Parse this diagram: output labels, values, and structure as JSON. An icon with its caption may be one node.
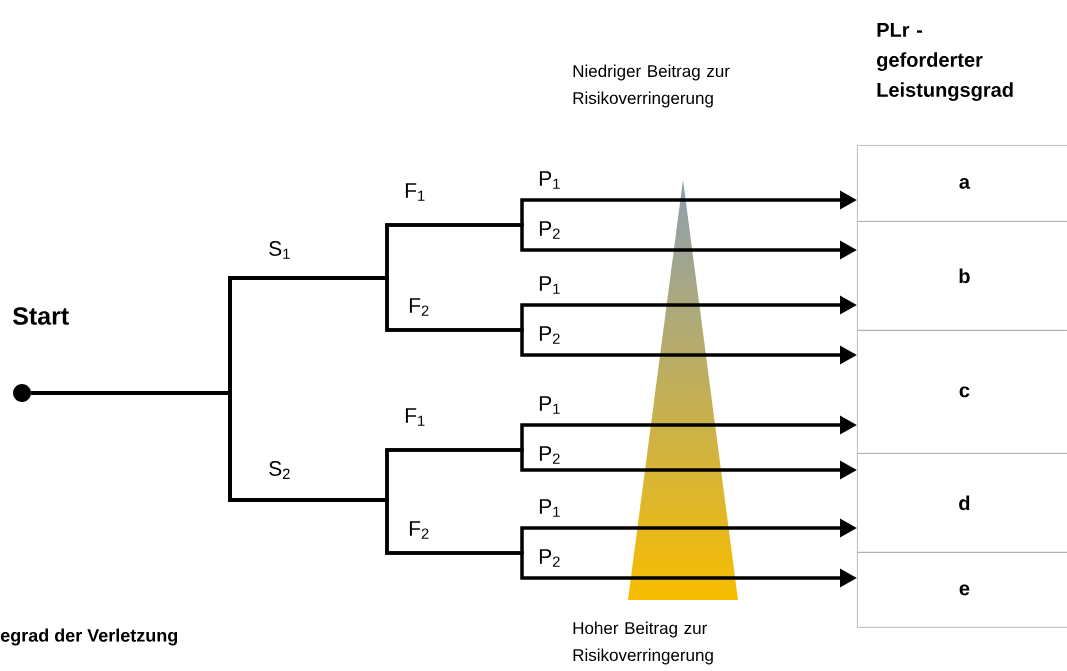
{
  "diagram": {
    "nodes": [
      {
        "text": [],
        "shape": "circle",
        "beside": [
          "Start"
        ]
      },
      {
        "text": [
          "a"
        ]
      },
      {
        "text": [
          "b"
        ]
      },
      {
        "text": [
          "c"
        ]
      },
      {
        "text": [
          "d"
        ]
      },
      {
        "text": [
          "e"
        ]
      }
    ],
    "edges": [
      {
        "from": 0,
        "to": 1,
        "arrow": "to"
      },
      {
        "from": 0,
        "to": 2,
        "arrow": "to"
      },
      {
        "from": 0,
        "to": 2,
        "arrow": "to"
      },
      {
        "from": 0,
        "to": 3,
        "arrow": "to"
      },
      {
        "from": 0,
        "to": 3,
        "arrow": "to"
      },
      {
        "from": 0,
        "to": 4,
        "arrow": "to"
      },
      {
        "from": 0,
        "to": 4,
        "arrow": "to"
      },
      {
        "from": 0,
        "to": 5,
        "arrow": "to"
      }
    ],
    "labels": [
      "PLr - geforderter Leistungsgrad",
      "Niedriger Beitrag zur Risikoverringerung",
      "P$_{1}$",
      "F$_{1}$",
      "P$_{2}$",
      "S$_{1}$",
      "P$_{1}$",
      "F$_{2}$",
      "P$_{2}$",
      "P$_{1}$",
      "F$_{1}$",
      "P$_{2}$",
      "S$_{2}$",
      "P$_{1}$",
      "F$_{2}$",
      "P$_{2}$",
      "Hoher Beitrag zur Risikoverringerung",
      "egrad der Verletzung"
    ]
  }
}
